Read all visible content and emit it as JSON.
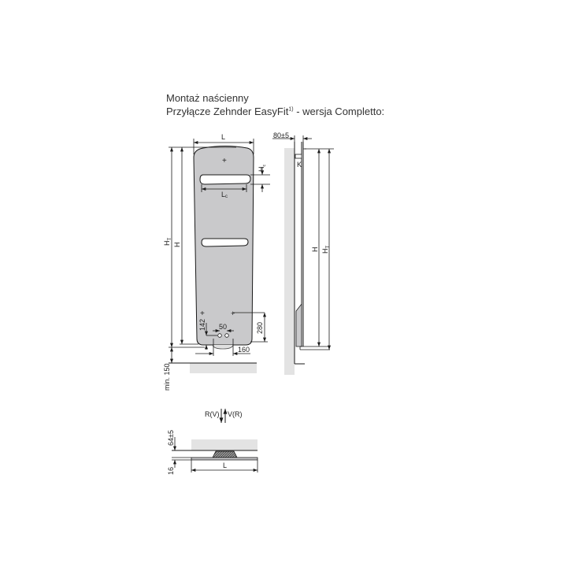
{
  "title": {
    "line1": "Montaż naścienny",
    "line2_prefix": "Przyłącze Zehnder EasyFit",
    "line2_footnote": "1)",
    "line2_suffix": " - wersja Completto:"
  },
  "colors": {
    "panel_fill": "#c9c9cb",
    "wall_fill": "#e3e3e3",
    "line": "#1a1a1a"
  },
  "front_view": {
    "width_label": "L",
    "total_height_label": "HT",
    "height_label": "H",
    "towel_bar_gap_label": "Hc",
    "towel_bar_width_label": "Lc",
    "bottom_to_mount_label": "142",
    "pipe_spacing_label": "50",
    "mount_height_label": "280",
    "mount_spacing_label": "160",
    "floor_clearance_label": "min. 150"
  },
  "side_view": {
    "wall_distance_label": "80±5",
    "bracket_label": "K",
    "height_label": "H",
    "total_height_label": "HT"
  },
  "connection": {
    "return_label": "R(V)",
    "flow_label": "V(R)"
  },
  "top_view": {
    "depth_label": "64±5",
    "thickness_label": "16",
    "width_label": "L"
  }
}
